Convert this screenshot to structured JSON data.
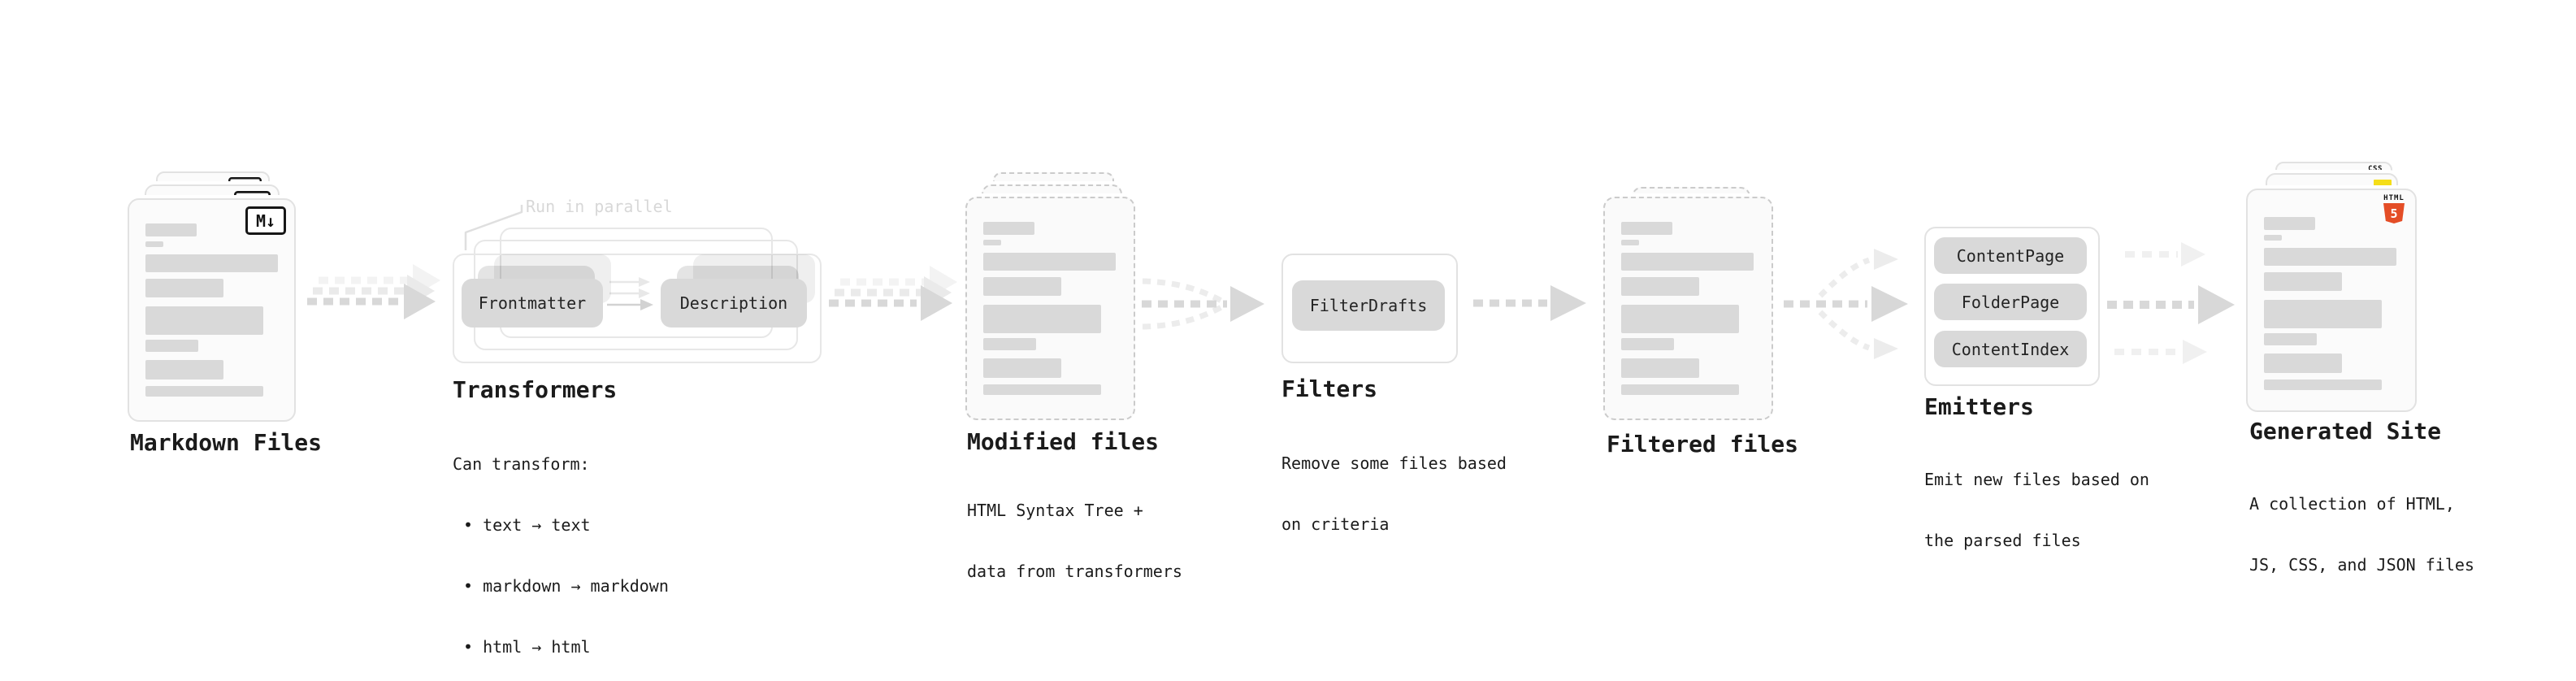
{
  "pipeline": {
    "markdown_files": {
      "label": "Markdown Files",
      "badge": "M↓"
    },
    "transformers": {
      "label": "Transformers",
      "annotation": "Run in parallel",
      "pill_left": "Frontmatter",
      "pill_right": "Description",
      "note_heading": "Can transform:",
      "bullets": [
        "text → text",
        "markdown → markdown",
        "html → html"
      ]
    },
    "modified_files": {
      "label": "Modified files",
      "note_line1": "HTML Syntax Tree +",
      "note_line2": "data from transformers"
    },
    "filters": {
      "label": "Filters",
      "pill": "FilterDrafts",
      "note_line1": "Remove some files based",
      "note_line2": "on criteria"
    },
    "filtered_files": {
      "label": "Filtered files"
    },
    "emitters": {
      "label": "Emitters",
      "pills": [
        "ContentPage",
        "FolderPage",
        "ContentIndex"
      ],
      "note_line1": "Emit new files based on",
      "note_line2": "the parsed files"
    },
    "generated_site": {
      "label": "Generated Site",
      "note_line1": "A collection of HTML,",
      "note_line2": "JS, CSS, and JSON files",
      "badge_css": "CSS",
      "badge_html_top": "HTML",
      "badge_html_number": "5"
    },
    "colors": {
      "html_orange": "#e44d26",
      "js_yellow": "#f5de19",
      "css_blue": "#2962ff",
      "arrow_main": "#d8d8d8",
      "arrow_light": "#ededed"
    }
  }
}
